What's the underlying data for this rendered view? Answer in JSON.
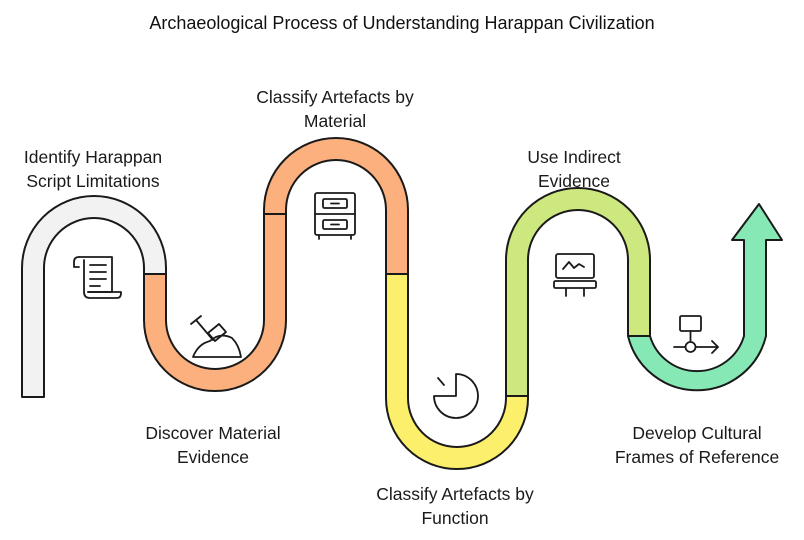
{
  "title": "Archaeological Process of Understanding Harappan Civilization",
  "steps": [
    {
      "label_lines": [
        "Identify Harappan",
        "Script Limitations"
      ],
      "color": "#f2f2f2",
      "icon": "scroll-icon"
    },
    {
      "label_lines": [
        "Discover Material",
        "Evidence"
      ],
      "color": "#fbb07e",
      "icon": "digging-shovel-icon"
    },
    {
      "label_lines": [
        "Classify Artefacts by",
        "Material"
      ],
      "color": "#fbb07e",
      "icon": "drawer-cabinet-icon"
    },
    {
      "label_lines": [
        "Classify Artefacts by",
        "Function"
      ],
      "color": "#fcef6c",
      "icon": "pie-chart-icon"
    },
    {
      "label_lines": [
        "Use Indirect",
        "Evidence"
      ],
      "color": "#cde87e",
      "icon": "monitor-chart-icon"
    },
    {
      "label_lines": [
        "Develop Cultural",
        "Frames of Reference"
      ],
      "color": "#86e8b4",
      "icon": "flowchart-icon"
    }
  ]
}
